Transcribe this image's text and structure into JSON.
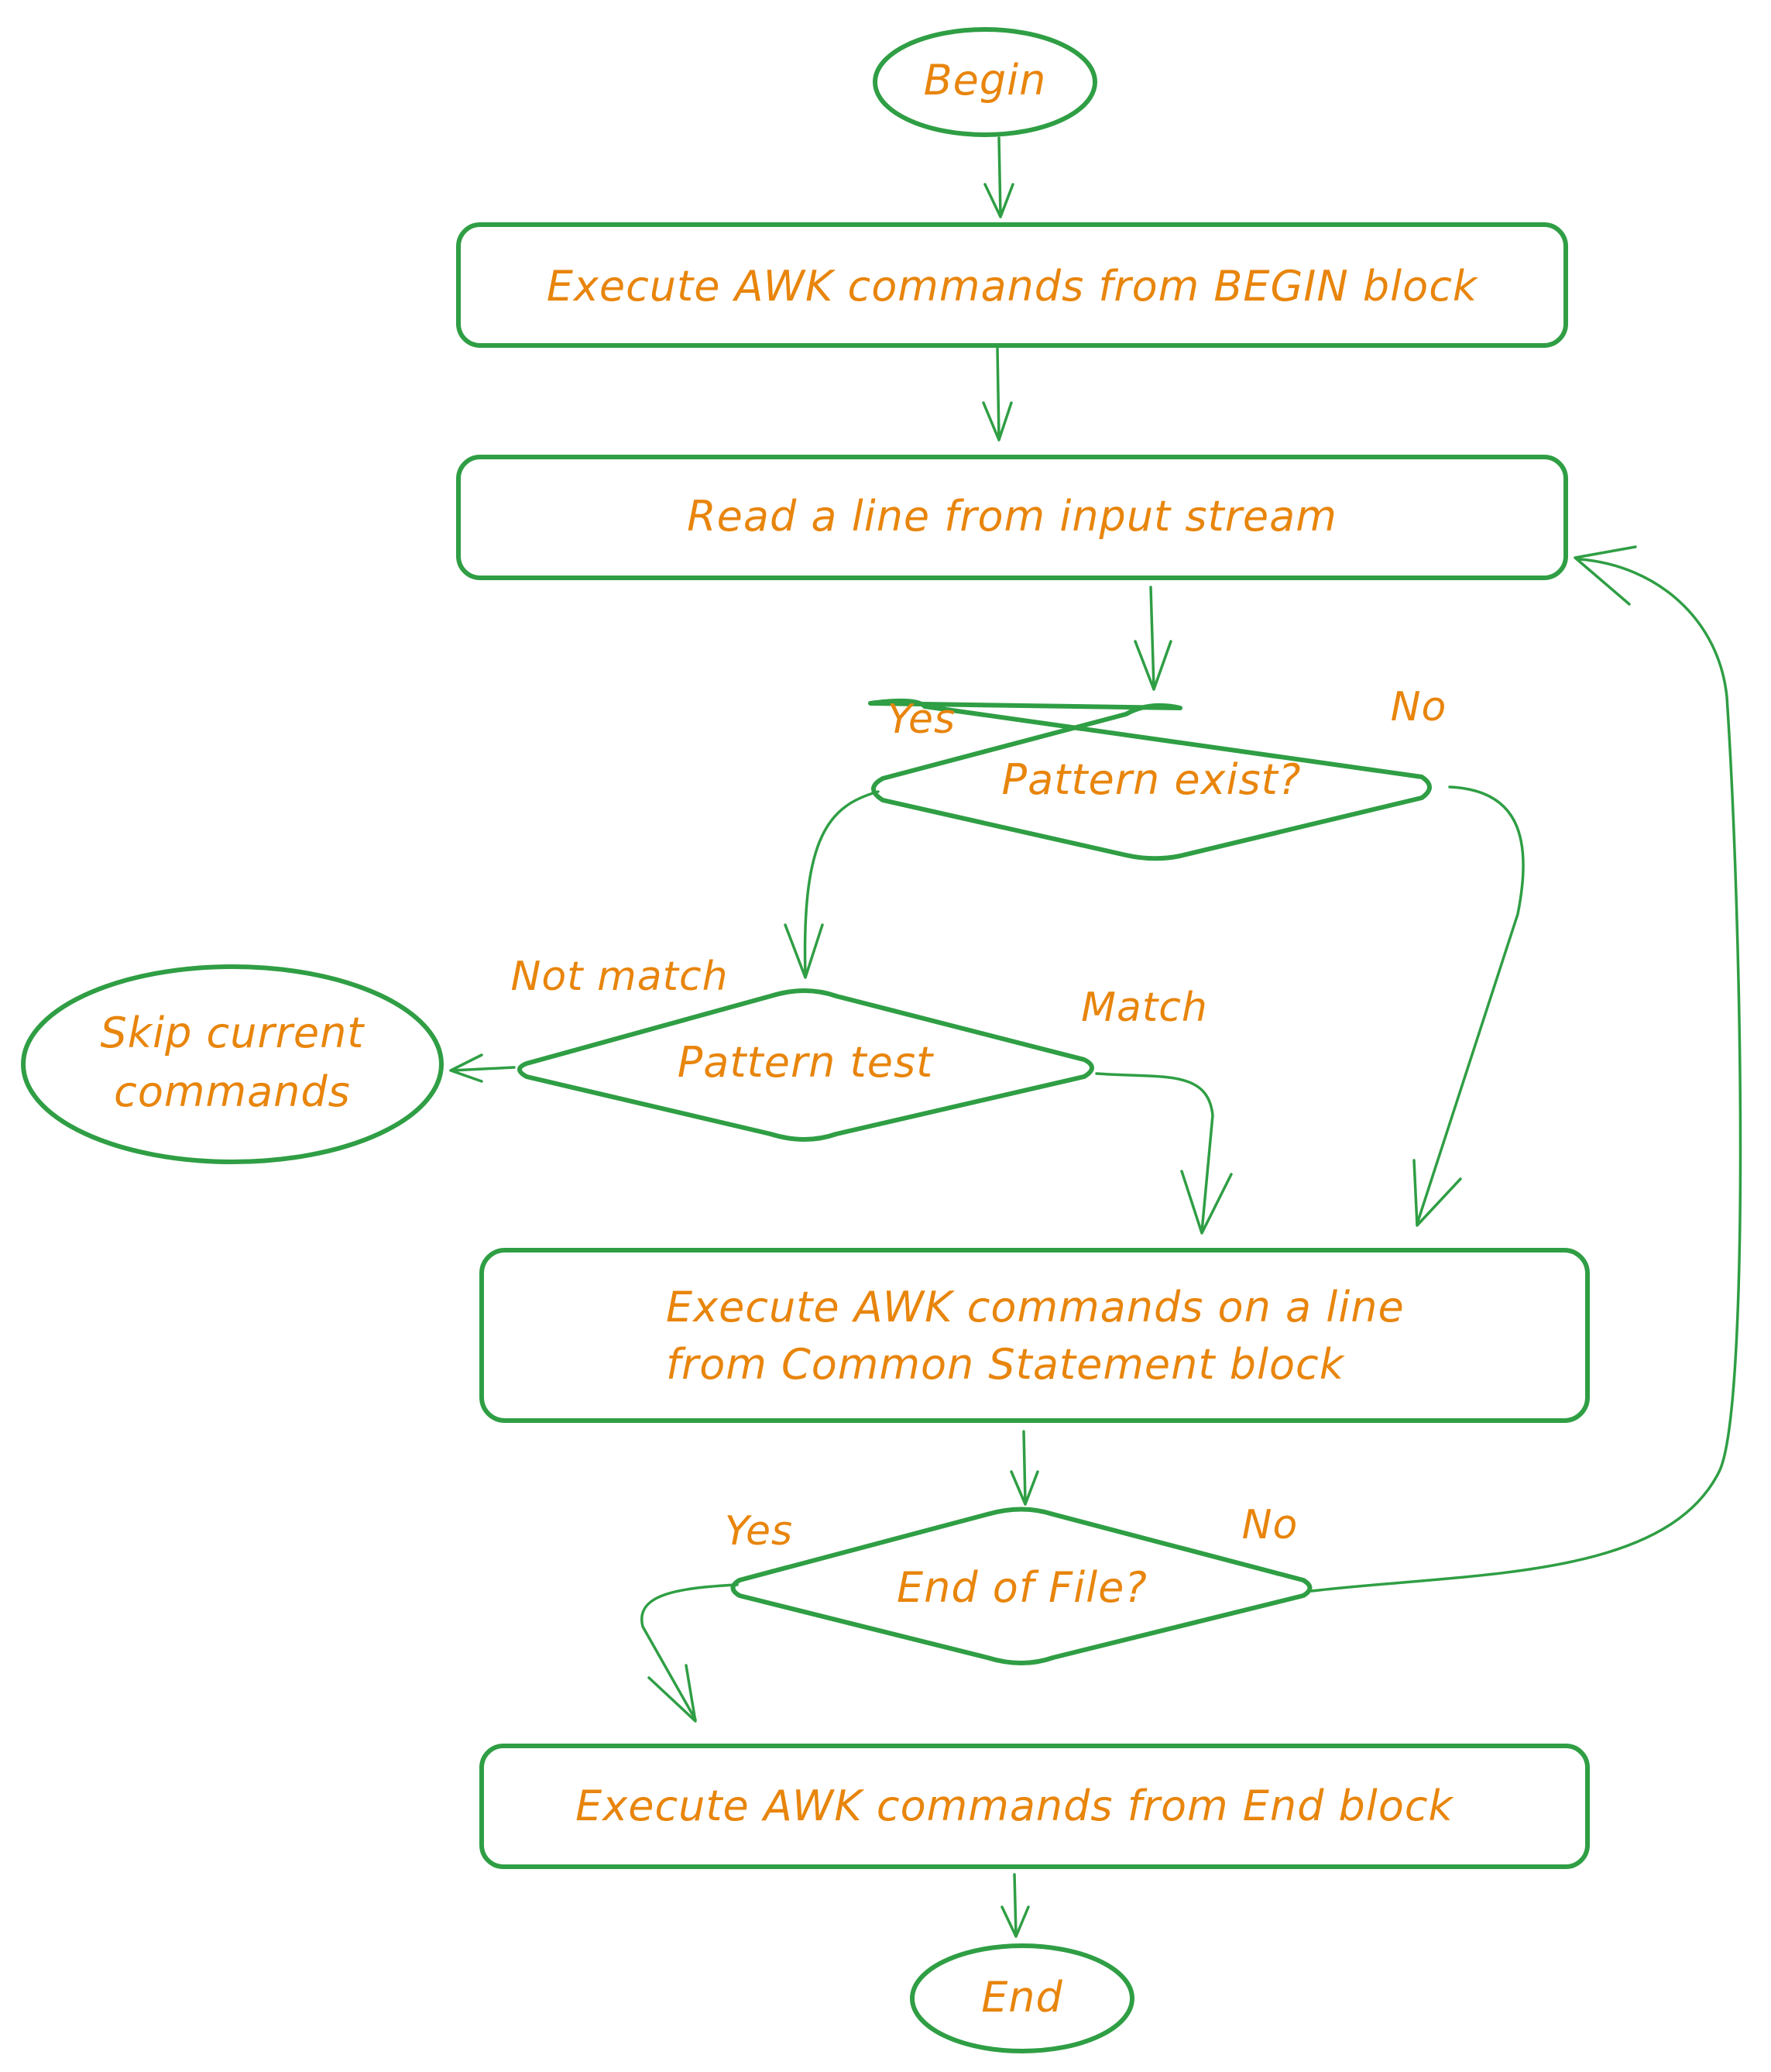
{
  "colors": {
    "stroke": "#2f9e44",
    "text": "#e8850c",
    "background": "#ffffff"
  },
  "nodes": {
    "begin": "Begin",
    "begin_block": "Execute AWK commands from BEGIN block",
    "read_line": "Read a line from input stream",
    "pattern_exist": "Pattern exist?",
    "pattern_test": "Pattern test",
    "skip_line1": "Skip current",
    "skip_line2": "commands",
    "common_line1": "Execute AWK commands on a line",
    "common_line2": "from Common Statement block",
    "eof": "End of File?",
    "end_block": "Execute AWK commands from End block",
    "end": "End"
  },
  "edge_labels": {
    "pattern_exist_yes": "Yes",
    "pattern_exist_no": "No",
    "pattern_test_not_match": "Not match",
    "pattern_test_match": "Match",
    "eof_yes": "Yes",
    "eof_no": "No"
  }
}
